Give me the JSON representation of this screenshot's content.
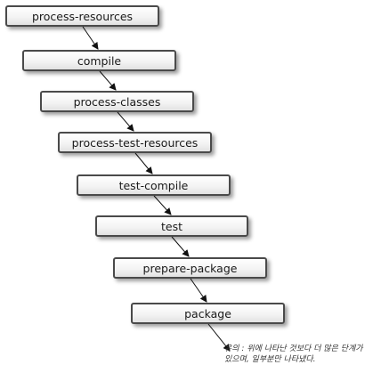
{
  "phases": [
    "process-resources",
    "compile",
    "process-classes",
    "process-test-resources",
    "test-compile",
    "test",
    "prepare-package",
    "package"
  ],
  "note": {
    "line1": "유의 : 위에 나타난 것보다 더 많은 단계가",
    "line2": "있으며, 일부분만 나타냈다."
  }
}
